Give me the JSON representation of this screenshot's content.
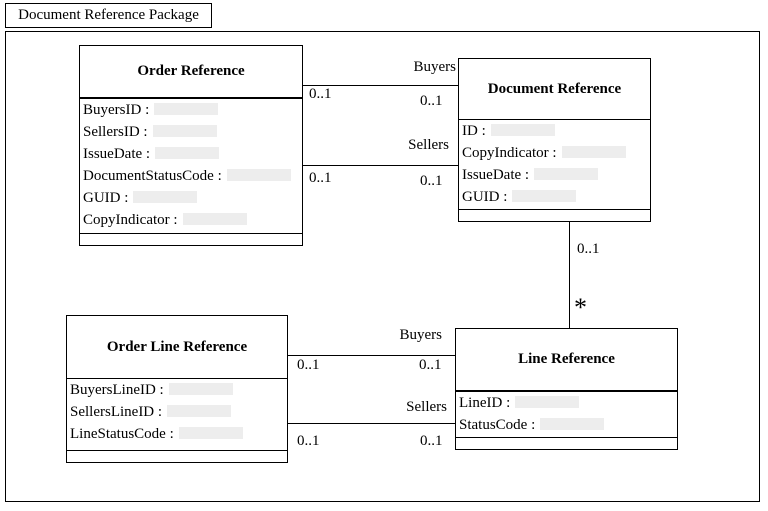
{
  "package": {
    "title": "Document Reference Package"
  },
  "classes": [
    {
      "id": "order-reference",
      "name": "Order Reference",
      "attributes": [
        "BuyersID :",
        "SellersID :",
        "IssueDate :",
        "DocumentStatusCode :",
        "GUID :",
        "CopyIndicator :"
      ]
    },
    {
      "id": "document-reference",
      "name": "Document Reference",
      "attributes": [
        "ID :",
        "CopyIndicator :",
        "IssueDate :",
        "GUID :"
      ]
    },
    {
      "id": "order-line-reference",
      "name": "Order Line Reference",
      "attributes": [
        "BuyersLineID :",
        "SellersLineID :",
        "LineStatusCode :"
      ]
    },
    {
      "id": "line-reference",
      "name": "Line Reference",
      "attributes": [
        "LineID :",
        "StatusCode :"
      ]
    }
  ],
  "associations": [
    {
      "name": "Buyers",
      "from": "Order Reference",
      "to": "Document Reference",
      "from_mult": "0..1",
      "to_mult": "0..1"
    },
    {
      "name": "Sellers",
      "from": "Order Reference",
      "to": "Document Reference",
      "from_mult": "0..1",
      "to_mult": "0..1"
    },
    {
      "name": "",
      "from": "Document Reference",
      "to": "Line Reference",
      "from_mult": "0..1",
      "to_mult": "*"
    },
    {
      "name": "Buyers",
      "from": "Order Line Reference",
      "to": "Line Reference",
      "from_mult": "0..1",
      "to_mult": "0..1"
    },
    {
      "name": "Sellers",
      "from": "Order Line Reference",
      "to": "Line Reference",
      "from_mult": "0..1",
      "to_mult": "0..1"
    }
  ],
  "colors": {
    "line": "#000000",
    "background": "#ffffff",
    "attribute_value_placeholder": "#ededed"
  }
}
